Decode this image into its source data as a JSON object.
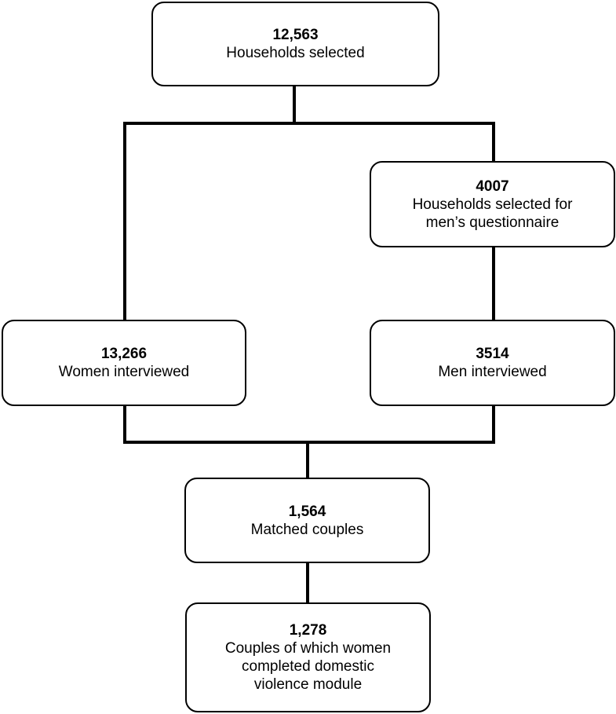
{
  "nodes": {
    "households": {
      "count": "12,563",
      "label": "Households selected"
    },
    "men_households": {
      "count": "4007",
      "label": "Households selected for\nmen’s questionnaire"
    },
    "women": {
      "count": "13,266",
      "label": "Women interviewed"
    },
    "men": {
      "count": "3514",
      "label": "Men interviewed"
    },
    "couples": {
      "count": "1,564",
      "label": "Matched couples"
    },
    "dv": {
      "count": "1,278",
      "label": "Couples of which women\ncompleted domestic\nviolence module"
    }
  }
}
